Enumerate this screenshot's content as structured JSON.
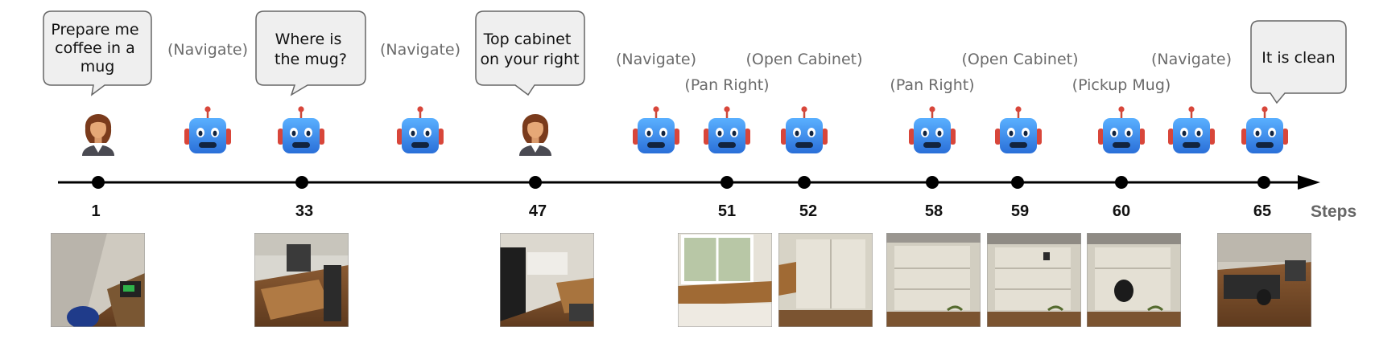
{
  "timeline": {
    "axis_label": "Steps",
    "ticks": [
      "1",
      "33",
      "47",
      "51",
      "52",
      "58",
      "59",
      "60",
      "65"
    ]
  },
  "dialogue": {
    "human_request": [
      "Prepare me",
      "coffee in a",
      "mug"
    ],
    "robot_question": [
      "Where is",
      "the mug?"
    ],
    "human_answer": [
      "Top  cabinet",
      "on your right"
    ],
    "robot_done": [
      "It is clean"
    ]
  },
  "actions": {
    "a1": "(Navigate)",
    "a2": "(Navigate)",
    "a3": "(Navigate)",
    "a4": "(Pan Right)",
    "a5": "(Open Cabinet)",
    "a6": "(Pan Right)",
    "a7": "(Open Cabinet)",
    "a8": "(Pickup Mug)",
    "a9": "(Navigate)"
  },
  "agents": {
    "human": "human-avatar",
    "robot": "robot-icon"
  },
  "colors": {
    "axis": "#000000",
    "bubble_fill": "#efefef",
    "bubble_stroke": "#666666",
    "robot_body": "#3d8ef0",
    "robot_ears": "#d8463a",
    "action_text": "#6b6b6b"
  }
}
